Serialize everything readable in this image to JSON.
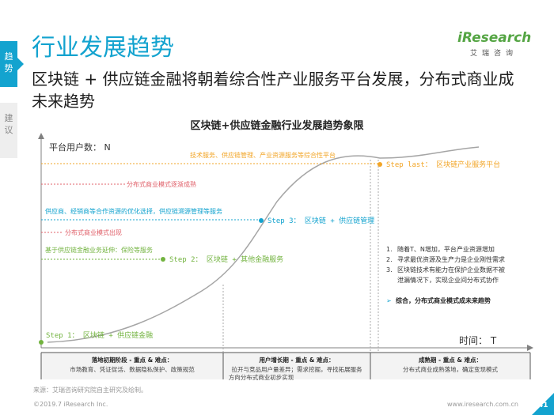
{
  "sidebar": {
    "active_tab": "趋势",
    "inactive_tab": "建议"
  },
  "header": {
    "title": "行业发展趋势",
    "subtitle": "区块链 + 供应链金融将朝着综合性产业服务平台发展，分布式商业成未来趋势"
  },
  "logo": {
    "brand_i": "i",
    "brand_rest": "Research",
    "sub": "艾瑞咨询"
  },
  "diagram": {
    "title": "区块链+供应链金融行业发展趋势象限",
    "y_axis_label": "平台用户数： N",
    "x_axis_label": "时间： T",
    "side_labels": [
      "技术服务、供应链管理、产业资源服务等综合性平台",
      "分布式商业模式逐渐成熟",
      "供应商、经销商等合作资源的优化选择，供应链溯源管理等服务",
      "分布式商业模式出现",
      "基于供应链金融业务延伸：保险等服务"
    ],
    "steps": [
      "Step 1： 区块链 + 供应链金融",
      "Step 2： 区块链 + 其他金融服务",
      "Step 3： 区块链 + 供应链管理",
      "Step last： 区块链产业服务平台"
    ],
    "notes": [
      "随着T、N增加，平台产业资源增加",
      "寻求最优资源及生产力是企业刚性需求",
      "区块链技术有能力在保护企业数据不被",
      "泄漏情况下，实现企业间分布式协作"
    ],
    "note_numbers": [
      "1.",
      "2.",
      "3."
    ],
    "conclusion_marker": "➢",
    "conclusion": "综合，分布式商业模式成未来趋势",
    "stages": [
      {
        "title": "落地初期阶段 - 重点 & 难点：",
        "desc": [
          "市场教育、凭证促活、数据隐私保护、政策规范"
        ]
      },
      {
        "title": "用户增长期 - 重点 & 难点：",
        "desc": [
          "拉开与竞品用户量差异；需求挖掘，寻找拓展服务",
          "方向分布式商业初步实现"
        ]
      },
      {
        "title": "成熟期 - 重点 & 难点：",
        "desc": [
          "分布式商业成熟落地，确定变现模式"
        ]
      }
    ]
  },
  "footer": {
    "source": "来源：艾瑞咨询研究院自主研究及绘制。",
    "copyright": "©2019.7 iResearch Inc.",
    "url": "www.iresearch.com.cn",
    "page_number": "41"
  },
  "colors": {
    "accent": "#13a3cf",
    "orange": "#f2a527",
    "red": "#e0606a",
    "green": "#72b33f",
    "curve": "#a5a5a5"
  }
}
